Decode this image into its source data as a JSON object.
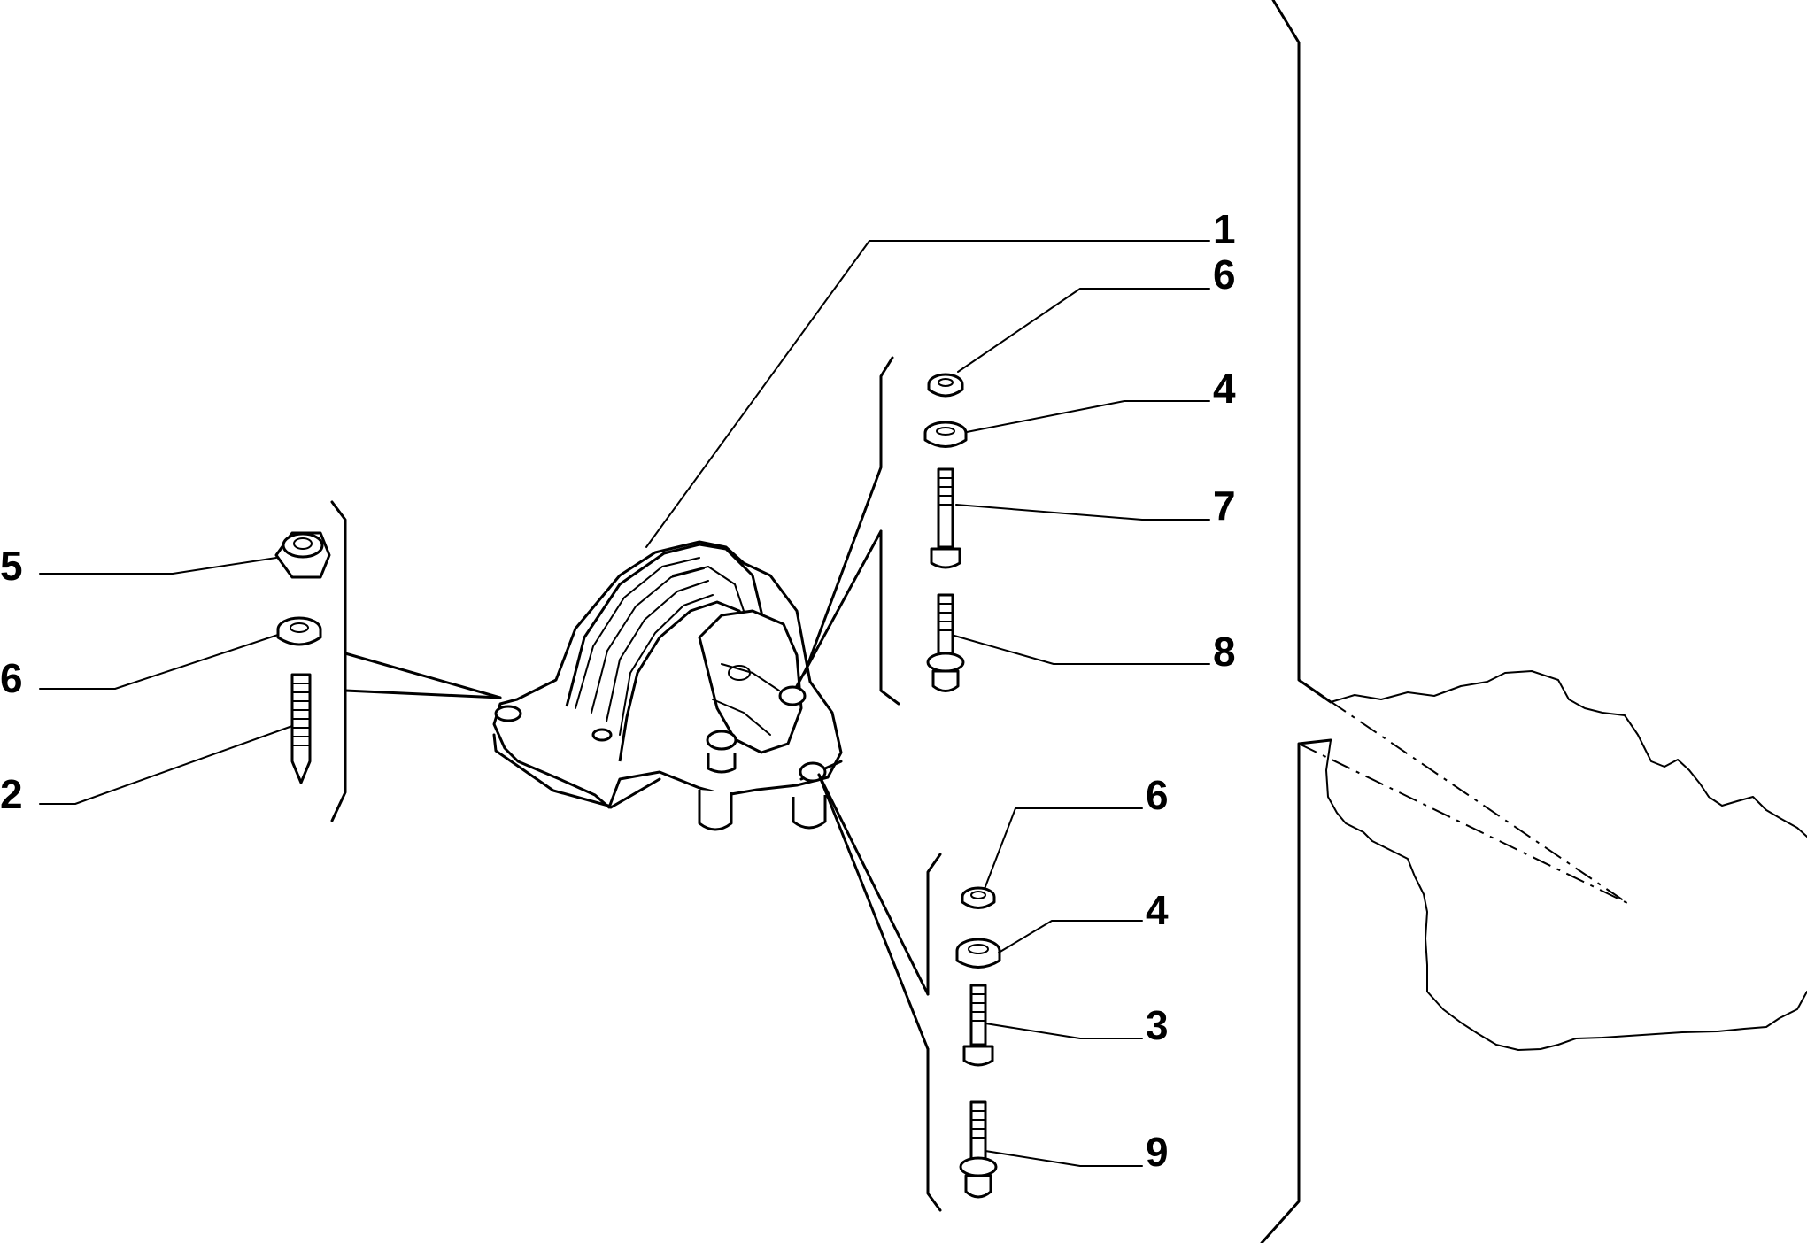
{
  "diagram": {
    "callouts": [
      {
        "id": "c1",
        "label": "1"
      },
      {
        "id": "c6a",
        "label": "6"
      },
      {
        "id": "c4a",
        "label": "4"
      },
      {
        "id": "c7",
        "label": "7"
      },
      {
        "id": "c8",
        "label": "8"
      },
      {
        "id": "c5",
        "label": "5"
      },
      {
        "id": "c6b",
        "label": "6"
      },
      {
        "id": "c2",
        "label": "2"
      },
      {
        "id": "c6c",
        "label": "6"
      },
      {
        "id": "c4b",
        "label": "4"
      },
      {
        "id": "c3",
        "label": "3"
      },
      {
        "id": "c9",
        "label": "9"
      }
    ]
  }
}
